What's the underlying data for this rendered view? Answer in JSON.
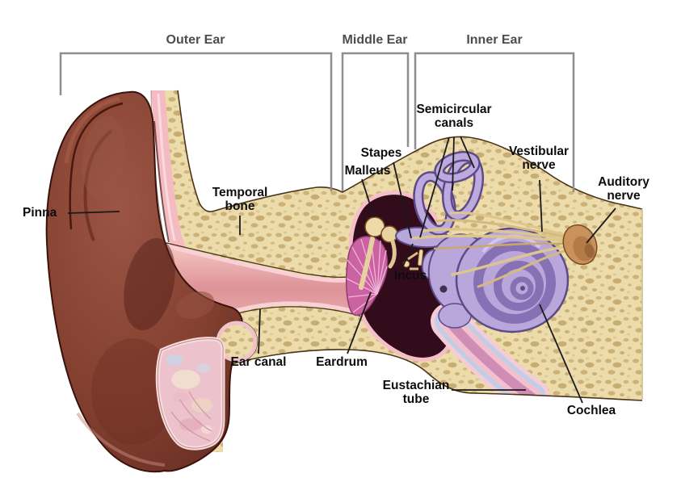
{
  "figure_labels_note": "Cross-section diagram of the human ear",
  "brackets": [
    {
      "id": "outer-ear",
      "label": "Outer Ear"
    },
    {
      "id": "middle-ear",
      "label": "Middle Ear"
    },
    {
      "id": "inner-ear",
      "label": "Inner Ear"
    }
  ],
  "labels": [
    {
      "id": "pinna",
      "text": "Pinna"
    },
    {
      "id": "temporal-bone",
      "text": "Temporal\nbone"
    },
    {
      "id": "malleus",
      "text": "Malleus"
    },
    {
      "id": "stapes",
      "text": "Stapes"
    },
    {
      "id": "incus",
      "text": "Incus"
    },
    {
      "id": "semicircular-canals",
      "text": "Semicircular\ncanals"
    },
    {
      "id": "vestibular-nerve",
      "text": "Vestibular\nnerve"
    },
    {
      "id": "auditory-nerve",
      "text": "Auditory\nnerve"
    },
    {
      "id": "ear-canal",
      "text": "Ear canal"
    },
    {
      "id": "eardrum",
      "text": "Eardrum"
    },
    {
      "id": "eustachian-tube",
      "text": "Eustachian\ntube"
    },
    {
      "id": "cochlea",
      "text": "Cochlea"
    }
  ],
  "palette": {
    "background": "#ffffff",
    "bone": "#eddcab",
    "bone_speckle": "#c2a469",
    "bone_outline": "#4a3318",
    "pinna": "#83402f",
    "pinna_shadow": "#5e2720",
    "pinna_highlight": "#9b5545",
    "skin_lining": "#f4bcc2",
    "ear_canal": "#dd9397",
    "middle_ear_cavity": "#330c1c",
    "eardrum": "#cb62a2",
    "ossicle": "#eed9a8",
    "inner_ear": "#b9a7dc",
    "inner_ear_outline": "#5d4a88",
    "nerve_fiber": "#ddc68e",
    "auditory_nerve": "#c9915c",
    "tube_blue": "#c2cee6",
    "tube_pink": "#f2c0ce",
    "tube_core": "#cf8cb4",
    "lobe_tissue": "#ecc2cc",
    "bracket_line": "#8e8e8e",
    "bracket_text": "#4d4d4d",
    "label_text": "#0d0d0d",
    "leader_line": "#1a1a1a"
  }
}
